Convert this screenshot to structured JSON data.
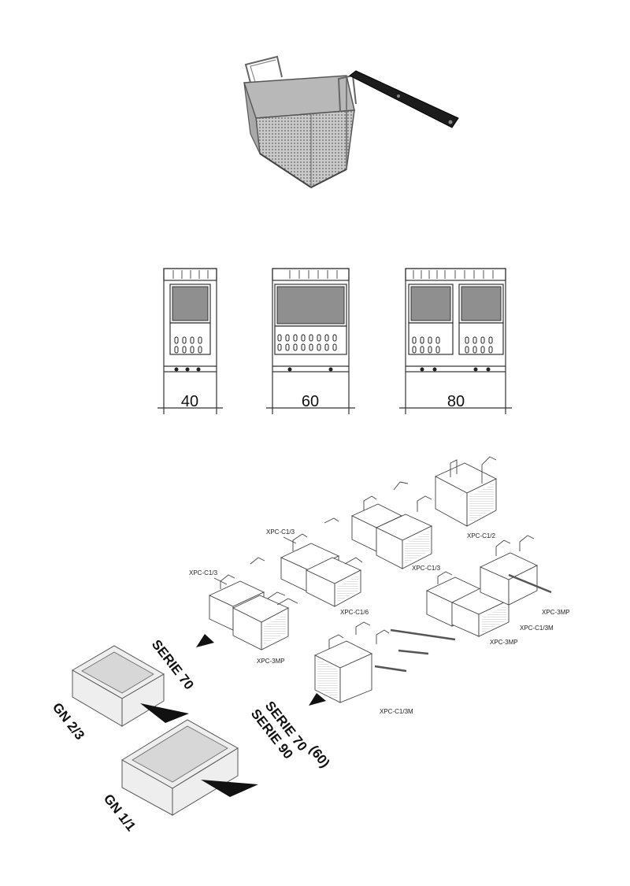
{
  "dimensions": [
    "40",
    "60",
    "80"
  ],
  "basket_labels": {
    "top_mid_c13": "XPC-C1/3",
    "top_right_c12": "XPC-C1/2",
    "top_right_c13": "XPC-C1/3",
    "left_c13": "XPC-C1/3",
    "mid_c16": "XPC-C1/6",
    "left_3mp": "XPC-3MP",
    "right_3mp_a": "XPC-3MP",
    "right_c13m": "XPC-C1/3M",
    "right_3mp_b": "XPC-3MP",
    "bottom_c13m": "XPC-C1/3M"
  },
  "series_labels": {
    "serie70_a": "SERIE 70",
    "serie70_b": "SERIE 70",
    "serie90": "SERIE 90",
    "paren60": "(60)"
  },
  "gn_labels": {
    "gn23": "GN 2/3",
    "gn11": "GN 1/1"
  }
}
